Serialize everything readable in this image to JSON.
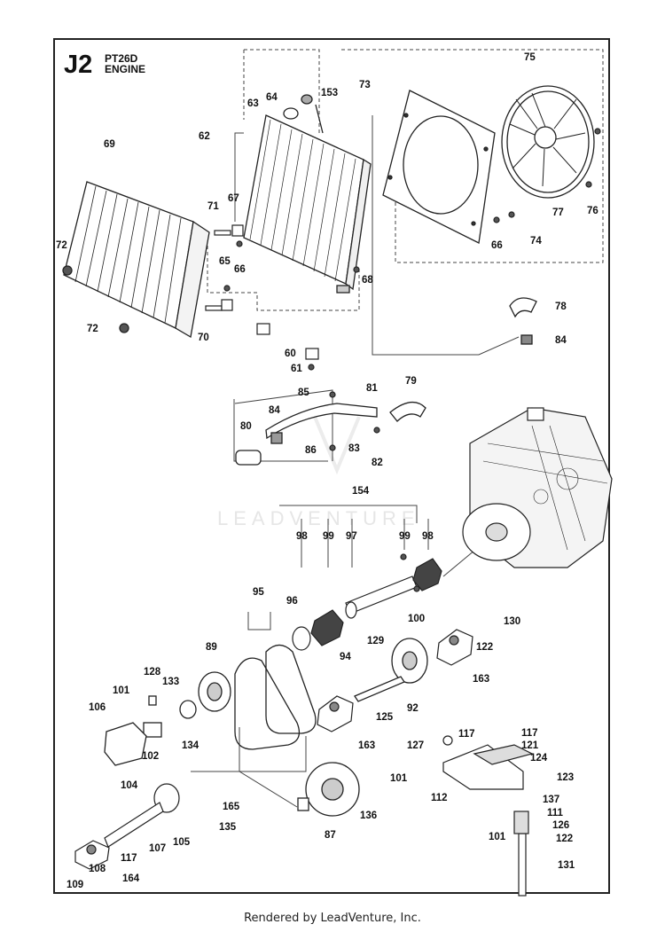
{
  "header": {
    "code": "J2",
    "model": "PT26D",
    "description": "ENGINE"
  },
  "watermark": "LEADVENTURE",
  "footer": "Rendered by LeadVenture, Inc.",
  "callouts": {
    "c153": "153",
    "c64": "64",
    "c63": "63",
    "c62": "62",
    "c69": "69",
    "c71": "71",
    "c67": "67",
    "c72a": "72",
    "c65": "65",
    "c66a": "66",
    "c68": "68",
    "c72b": "72",
    "c70": "70",
    "c73": "73",
    "c75": "75",
    "c77": "77",
    "c76": "76",
    "c66b": "66",
    "c74": "74",
    "c78": "78",
    "c84a": "84",
    "c60": "60",
    "c61": "61",
    "c85": "85",
    "c81": "81",
    "c79": "79",
    "c84b": "84",
    "c80": "80",
    "c86": "86",
    "c83": "83",
    "c82": "82",
    "c154": "154",
    "c98a": "98",
    "c99a": "99",
    "c97": "97",
    "c99b": "99",
    "c98b": "98",
    "c100": "100",
    "c95": "95",
    "c96": "96",
    "c129": "129",
    "c130": "130",
    "c122a": "122",
    "c89": "89",
    "c94": "94",
    "c163a": "163",
    "c128": "128",
    "c133": "133",
    "c101a": "101",
    "c106": "106",
    "c92": "92",
    "c125": "125",
    "c134": "134",
    "c102": "102",
    "c163b": "163",
    "c104": "104",
    "c127": "127",
    "c117a": "117",
    "c117b": "117",
    "c121": "121",
    "c124": "124",
    "c101b": "101",
    "c123": "123",
    "c112": "112",
    "c137": "137",
    "c111": "111",
    "c126": "126",
    "c101c": "101",
    "c122b": "122",
    "c131": "131",
    "c165": "165",
    "c135": "135",
    "c136": "136",
    "c87": "87",
    "c105": "105",
    "c107": "107",
    "c117c": "117",
    "c108": "108",
    "c164": "164",
    "c109": "109"
  }
}
